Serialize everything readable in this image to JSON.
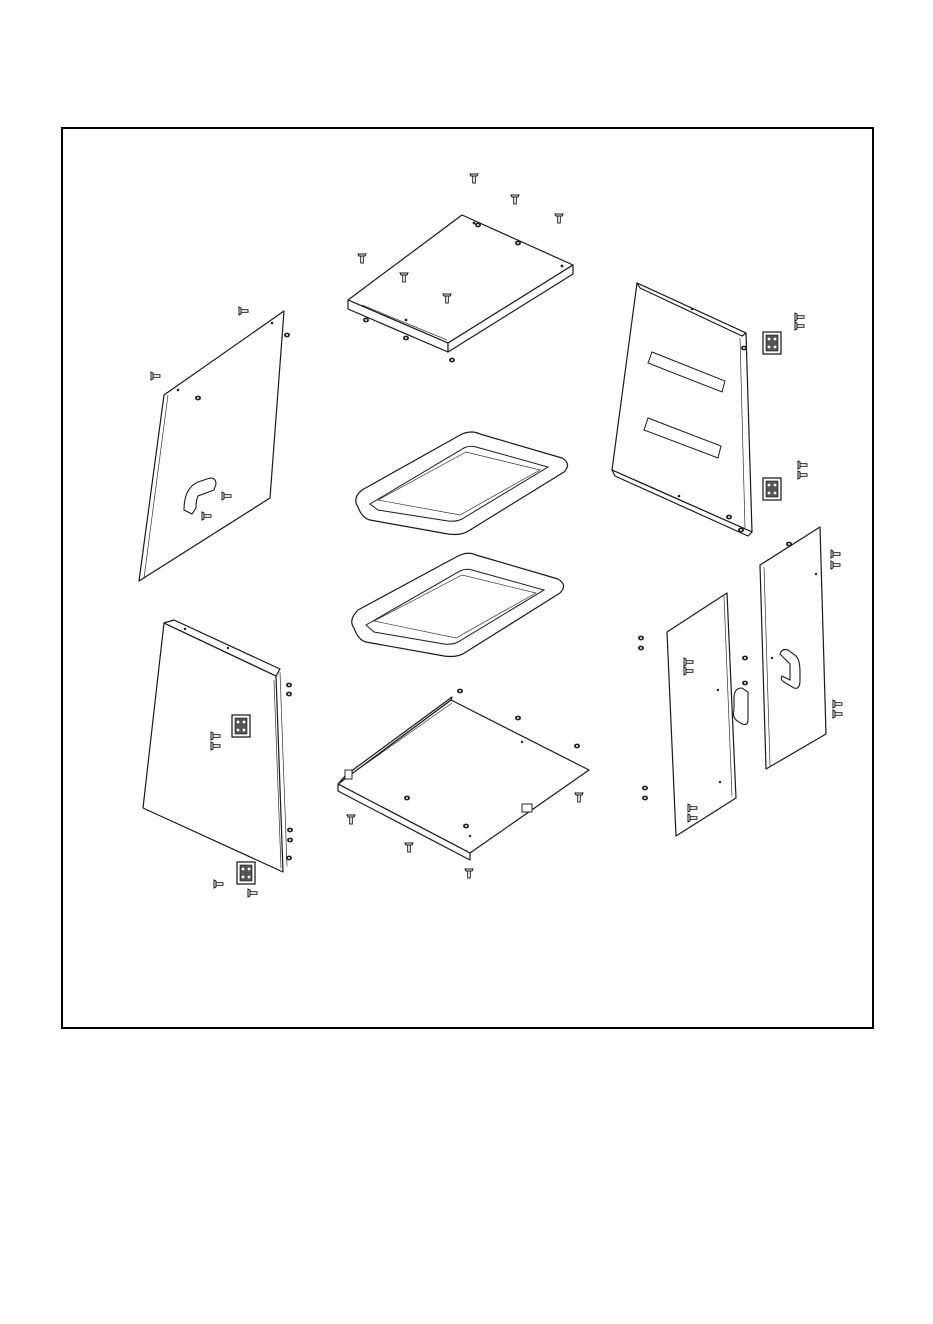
{
  "figure": {
    "kind": "exploded assembly line drawing",
    "colors": {
      "line": "#1a1a1a",
      "fill": "#ffffff",
      "background": "#ffffff"
    },
    "parts": {
      "top_panel": "top-panel",
      "back_panel_left": "left-side-panel",
      "right_panel": "right-vented-panel",
      "upper_tray": "upper-tray",
      "lower_tray": "lower-tray",
      "bottom_left_panel": "left-hinge-panel",
      "base_panel": "base-panel",
      "right_door": "right-door",
      "left_door": "left-door",
      "fasteners": "screw-icon",
      "hinges": "hinge-icon",
      "handles": "handle-icon"
    }
  }
}
